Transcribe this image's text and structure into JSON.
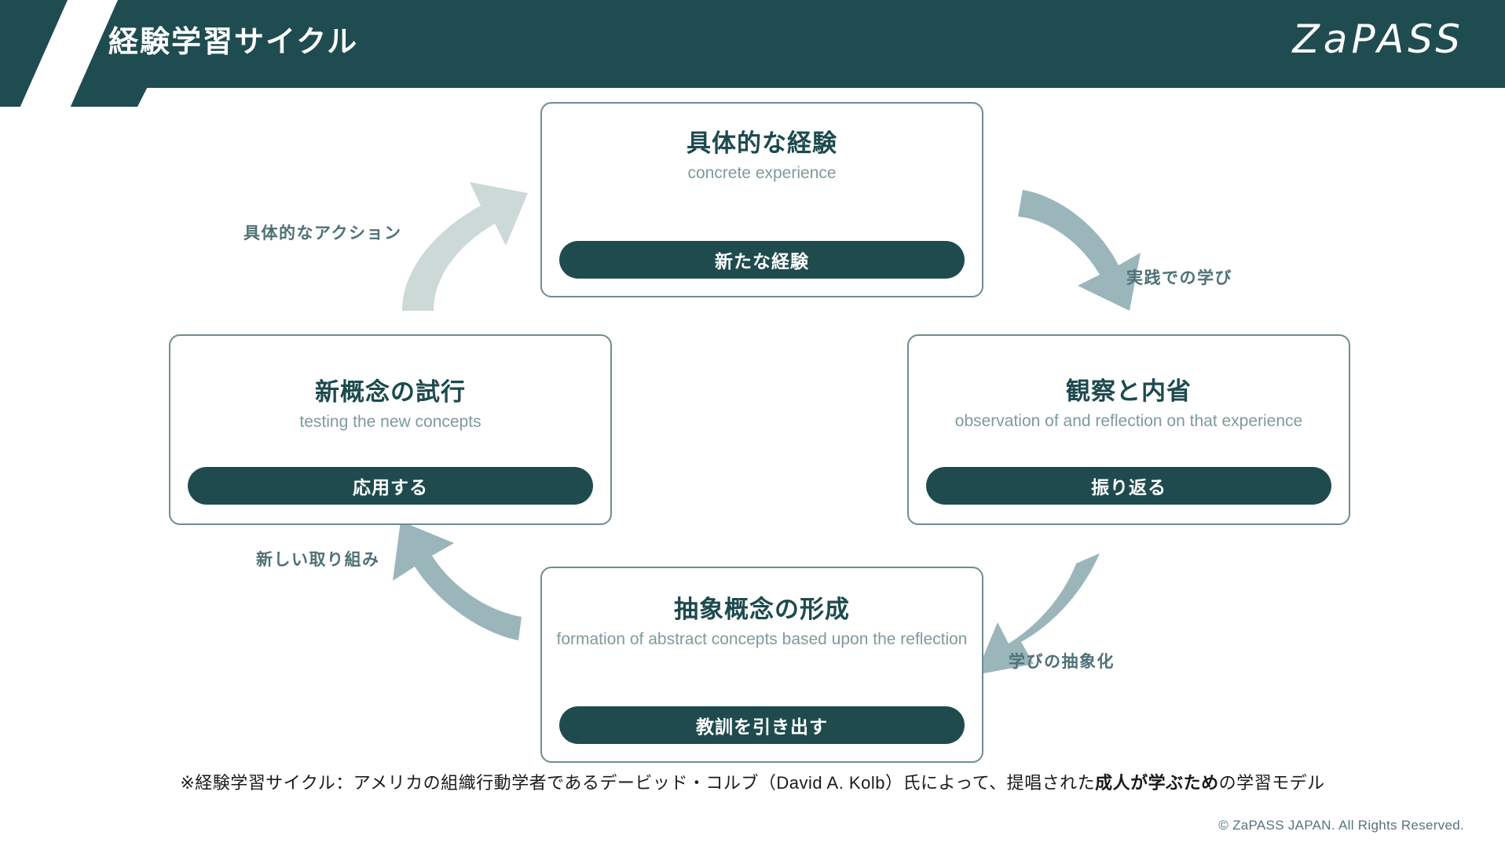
{
  "header": {
    "title": "経験学習サイクル",
    "logo": "ZaPASS",
    "bar_color": "#1f4c50"
  },
  "cards": [
    {
      "id": "top",
      "title": "具体的な経験",
      "subtitle": "concrete experience",
      "action": "新たな経験"
    },
    {
      "id": "right",
      "title": "観察と内省",
      "subtitle": "observation of and reflection on that experience",
      "action": "振り返る"
    },
    {
      "id": "bottom",
      "title": "抽象概念の形成",
      "subtitle": "formation of abstract concepts based upon the reflection",
      "action": "教訓を引き出す"
    },
    {
      "id": "left",
      "title": "新概念の試行",
      "subtitle": "testing the new concepts",
      "action": "応用する"
    }
  ],
  "arrows": [
    {
      "id": "action",
      "label": "具体的なアクション",
      "color": "#cdd9d7"
    },
    {
      "id": "practice",
      "label": "実践での学び",
      "color": "#9ab6ba"
    },
    {
      "id": "abstract",
      "label": "学びの抽象化",
      "color": "#9ab6ba"
    },
    {
      "id": "new",
      "label": "新しい取り組み",
      "color": "#9ab6ba"
    }
  ],
  "footer": {
    "note_pre": "※経験学習サイクル：アメリカの組織行動学者であるデービッド・コルブ（David A. Kolb）氏によって、提唱された",
    "note_bold": "成人が学ぶため",
    "note_post": "の学習モデル",
    "copyright": "© ZaPASS JAPAN. All Rights Reserved."
  },
  "colors": {
    "brand_dark": "#1f4c50",
    "pill": "#1f4b4f",
    "card_border": "#6d8d90",
    "subtitle": "#7e9a9c",
    "arrow_light": "#cdd9d7",
    "arrow_mid": "#9ab6ba"
  }
}
